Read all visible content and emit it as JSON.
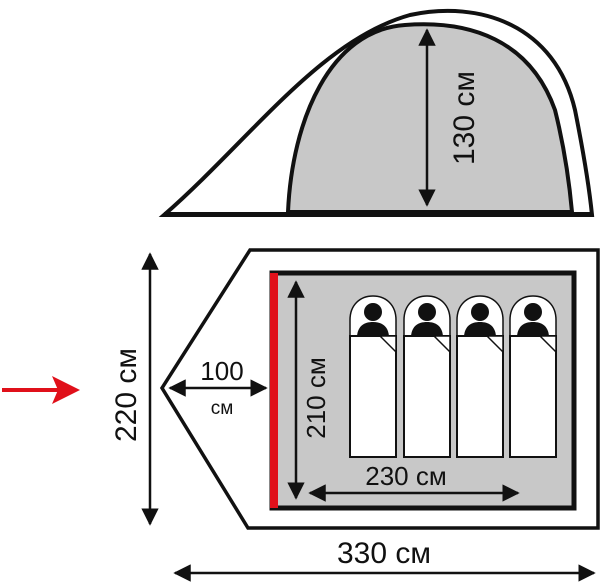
{
  "labels": {
    "height": "130 см",
    "width": "220 см",
    "vestibule_top": "100",
    "vestibule_bottom": "см",
    "inner_width": "210 см",
    "inner_length": "230 см",
    "total_length": "330 см"
  },
  "sleeping_places": 4,
  "colors": {
    "outline": "#111111",
    "inner_fill": "#c8c8c8",
    "red_accent": "#e0101a",
    "pointer_arrow": "#e0101a"
  }
}
